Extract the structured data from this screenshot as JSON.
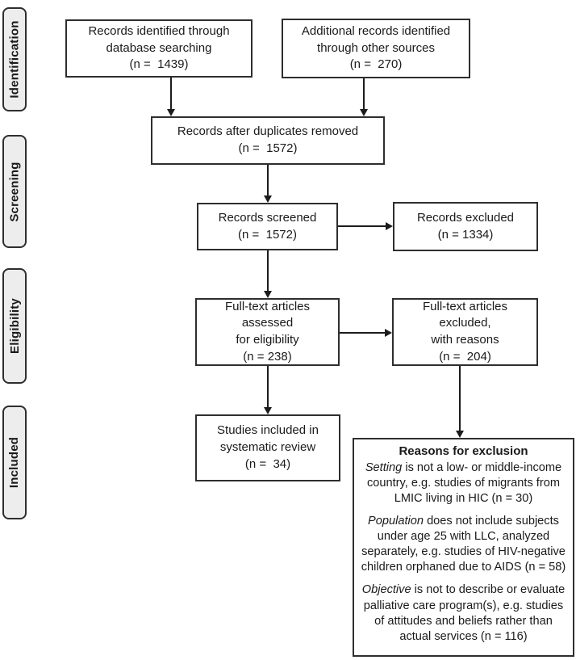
{
  "stages": [
    {
      "label": "Identification"
    },
    {
      "label": "Screening"
    },
    {
      "label": "Eligibility"
    },
    {
      "label": "Included"
    }
  ],
  "boxes": {
    "identified": "Records identified through\ndatabase searching\n(n =  1439)",
    "additional": "Additional records identified\nthrough other sources\n(n =  270)",
    "after_duplicates": "Records after duplicates removed\n(n =  1572)",
    "screened": "Records screened\n(n =  1572)",
    "records_excluded": "Records excluded\n(n = 1334)",
    "fulltext_assessed": "Full-text articles assessed\nfor eligibility\n(n = 238)",
    "fulltext_excluded": "Full-text articles excluded,\nwith reasons\n(n =  204)",
    "included_studies": "Studies included in\nsystematic review\n(n =  34)"
  },
  "reasons": {
    "title": "Reasons for exclusion",
    "paragraphs": [
      {
        "lead": "Setting",
        "text": " is not a low- or middle-income country, e.g. studies of migrants from LMIC living in HIC (n = 30)"
      },
      {
        "lead": "Population",
        "text": " does not include subjects under age 25 with LLC, analyzed separately, e.g. studies of HIV-negative children orphaned due to AIDS (n = 58)"
      },
      {
        "lead": "Objective",
        "text": " is not to describe or evaluate palliative care program(s), e.g. studies of attitudes and beliefs rather than actual services (n = 116)"
      }
    ]
  },
  "colors": {
    "box_border": "#2e2e2e",
    "box_fill": "#ffffff",
    "stage_fill": "#ededed",
    "arrow": "#1c1c1c",
    "text": "#1a1a1a"
  }
}
